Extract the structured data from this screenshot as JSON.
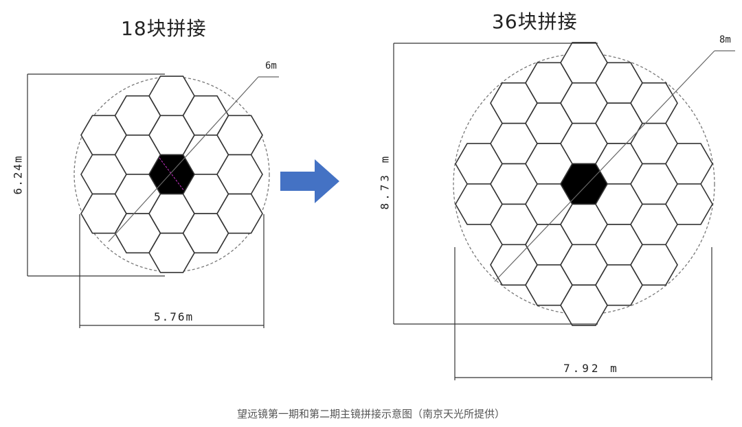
{
  "left_diagram": {
    "title": "18块拼接",
    "diameter_label": "6m",
    "width_label": "5.76m",
    "height_label": "6.24m"
  },
  "right_diagram": {
    "title": "36块拼接",
    "diameter_label": "8m",
    "width_label": "7.92 m",
    "height_label": "8.73 m"
  },
  "caption": "望远镜第一期和第二期主镜拼接示意图（南京天光所提供）",
  "colors": {
    "hex_stroke": "#333333",
    "center_fill": "#000000",
    "arrow": "#4472c4",
    "circle": "#777777"
  },
  "icons": {
    "arrow": "right-arrow-icon"
  }
}
